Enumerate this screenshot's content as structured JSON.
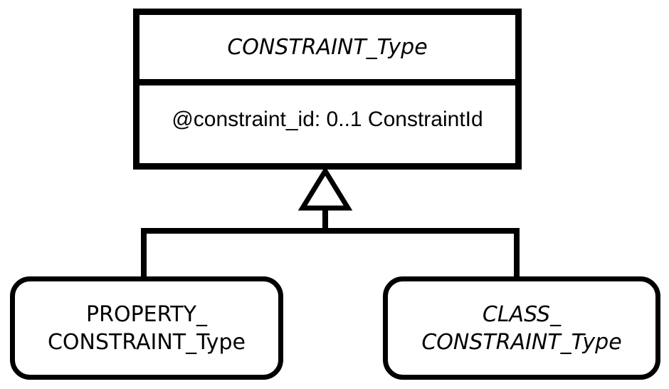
{
  "diagram_type": "uml-class-generalization",
  "parent_class": {
    "name": "CONSTRAINT_Type",
    "attributes": [
      "@constraint_id: 0..1 ConstraintId"
    ]
  },
  "child_classes": [
    {
      "name": "PROPERTY_\nCONSTRAINT_Type"
    },
    {
      "name": "CLASS_\nCONSTRAINT_Type"
    }
  ],
  "relationship": "generalization",
  "colors": {
    "line": "#000000",
    "fill": "#ffffff"
  }
}
